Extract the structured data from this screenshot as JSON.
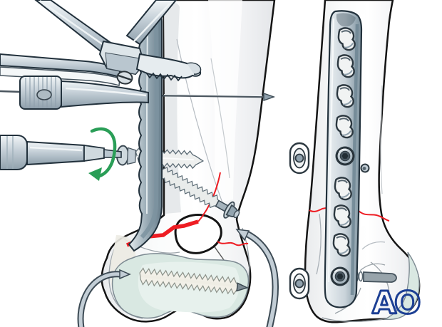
{
  "colors": {
    "fracture_red": "#ee1d23",
    "rotation_green": "#2a9e57",
    "ao_blue": "#1c3f94",
    "cartilage_teal": "#d9e8e2"
  },
  "logo": {
    "text": "AO"
  },
  "left_panel": {
    "element_names": [
      "distal-tibia-lateral",
      "edge-on-anterior-plate",
      "plate-holding-forceps",
      "knurled-knob-with-guide-wire",
      "screwdriver",
      "screw-being-inserted",
      "clockwise-rotation-arrow",
      "oblique-lag-screw-with-washer",
      "transverse-articular-lag-screw",
      "pointed-reduction-clamp-tine-left",
      "pointed-reduction-clamp-tine-right",
      "fracture-lines",
      "fracture-window",
      "articular-cartilage"
    ]
  },
  "right_panel": {
    "element_names": [
      "distal-tibia-anterior",
      "anterolateral-distal-tibia-plate",
      "combi-holes",
      "inserted-screw-heads",
      "protruding-screw-tip",
      "fracture-line",
      "distal-transverse-screw-shaft",
      "end-on-screw-heads",
      "medial-malleolus-cartilage",
      "ao-logo"
    ],
    "plate": {
      "holes_total": 9,
      "empty_combi_holes": 7,
      "screws_inserted": 2
    }
  }
}
